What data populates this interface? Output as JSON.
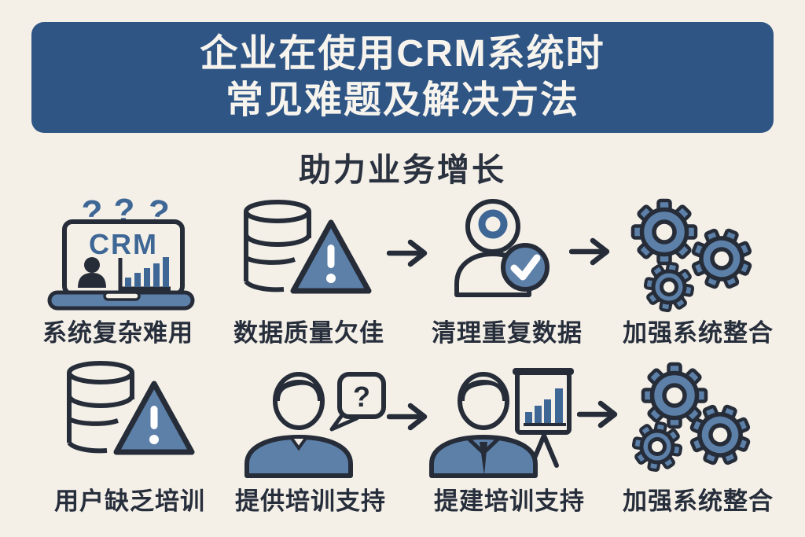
{
  "colors": {
    "background": "#f4f0e8",
    "header_bg": "#2f5585",
    "header_text": "#f7f4ee",
    "icon_fill": "#5d80a9",
    "icon_accent": "#3f6796",
    "outline": "#262d39",
    "label_text": "#272e3b"
  },
  "header": {
    "line1": "企业在使用CRM系统时",
    "line2": "常见难题及解决方法"
  },
  "subtitle": "助力业务增长",
  "icon_texts": {
    "crm": "CRM",
    "q1": "?",
    "q2": "?",
    "q3": "?",
    "bubble_q": "?"
  },
  "rows": [
    {
      "items": [
        {
          "icon": "crm-laptop-confusion",
          "label": "系统复杂难用"
        },
        {
          "icon": "database-warning",
          "label": "数据质量欠佳"
        },
        {
          "icon": "user-dedupe-check",
          "label": "清理重复数据"
        },
        {
          "icon": "integration-gears",
          "label": "加强系统整合"
        }
      ]
    },
    {
      "items": [
        {
          "icon": "database-warning",
          "label": "用户缺乏培训"
        },
        {
          "icon": "user-question-support",
          "label": "提供培训支持"
        },
        {
          "icon": "trainer-presentation",
          "label": "提建培训支持"
        },
        {
          "icon": "integration-gears",
          "label": "加强系统整合"
        }
      ]
    }
  ]
}
